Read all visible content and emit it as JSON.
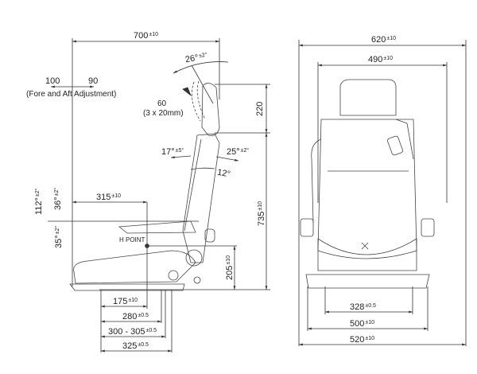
{
  "side_view": {
    "overall_length": {
      "value": "700",
      "tol": "±10"
    },
    "headrest_tilt": {
      "value": "26°",
      "tol": "±2°"
    },
    "fore_adjust": "100",
    "aft_adjust": "90",
    "fore_aft_label": "(Fore and Aft Adjustment)",
    "headrest_travel": "60",
    "headrest_travel_detail": "(3 x 20mm)",
    "headrest_height": {
      "value": "220",
      "tol": ""
    },
    "backrest_fwd": {
      "value": "17°",
      "tol": "±5°"
    },
    "backrest_back": {
      "value": "25°",
      "tol": "±2°"
    },
    "backrest_angle": {
      "value": "12°",
      "tol": ""
    },
    "armrest_length": {
      "value": "315",
      "tol": "±10"
    },
    "armrest_range": {
      "value": "112°",
      "tol": "±2°"
    },
    "armrest_up": {
      "value": "36°",
      "tol": "±2°"
    },
    "armrest_down": {
      "value": "35°",
      "tol": "±2°"
    },
    "h_point_label": "H POINT",
    "total_height": {
      "value": "735",
      "tol": "±10"
    },
    "h_point_height": {
      "value": "205",
      "tol": "±10"
    },
    "base_dims": [
      {
        "value": "175",
        "tol": "±10"
      },
      {
        "value": "280",
        "tol": "±0.5"
      },
      {
        "value": "300 - 305",
        "tol": "±0.5"
      },
      {
        "value": "325",
        "tol": "±0.5"
      }
    ]
  },
  "front_view": {
    "overall_width": {
      "value": "620",
      "tol": "±10"
    },
    "backrest_width": {
      "value": "490",
      "tol": "±10"
    },
    "rail_spacing": {
      "value": "328",
      "tol": "±0.5"
    },
    "base_width": {
      "value": "500",
      "tol": "±10"
    },
    "bottom_width": {
      "value": "520",
      "tol": "±10"
    }
  },
  "colors": {
    "line": "#333333",
    "background": "#ffffff"
  }
}
